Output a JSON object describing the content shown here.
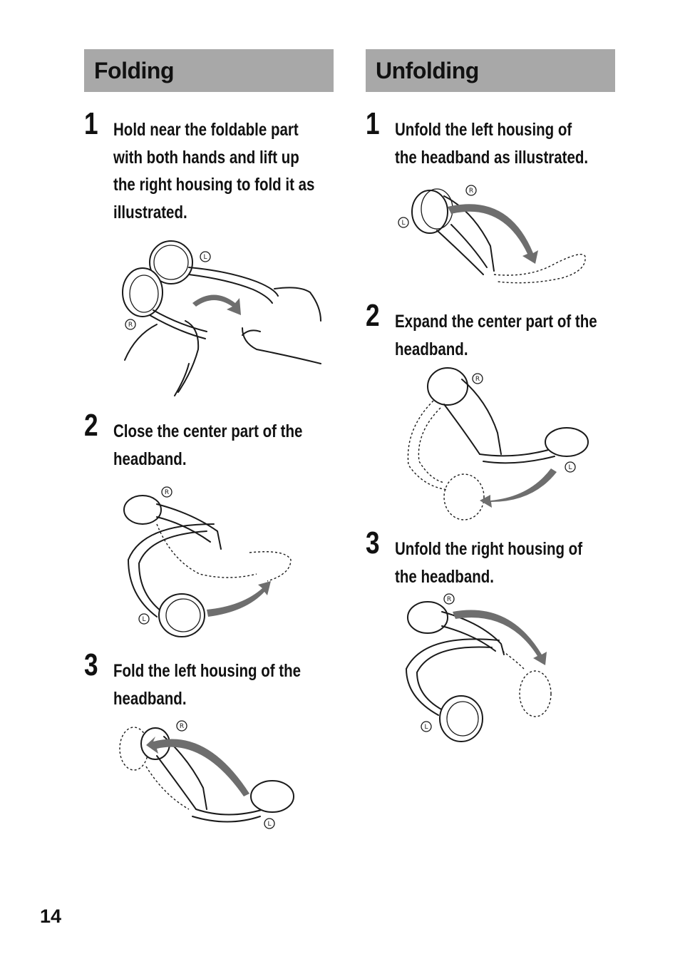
{
  "folding": {
    "title": "Folding",
    "steps": [
      {
        "num": "1",
        "text": "Hold near the foldable part\nwith both hands and lift up\nthe right housing to fold it as\nillustrated."
      },
      {
        "num": "2",
        "text": "Close the center part of the\nheadband."
      },
      {
        "num": "3",
        "text": "Fold the left housing of the\nheadband."
      }
    ]
  },
  "unfolding": {
    "title": "Unfolding",
    "steps": [
      {
        "num": "1",
        "text": "Unfold the left housing of\nthe headband as illustrated."
      },
      {
        "num": "2",
        "text": "Expand the center part of the\nheadband."
      },
      {
        "num": "3",
        "text": "Unfold the right housing of\nthe headband."
      }
    ]
  },
  "markers": {
    "right": "R",
    "left": "L"
  },
  "page_number": "14",
  "colors": {
    "header_bg": "#a8a8a8",
    "arrow": "#6e6e6e",
    "text": "#1a1a1a"
  }
}
